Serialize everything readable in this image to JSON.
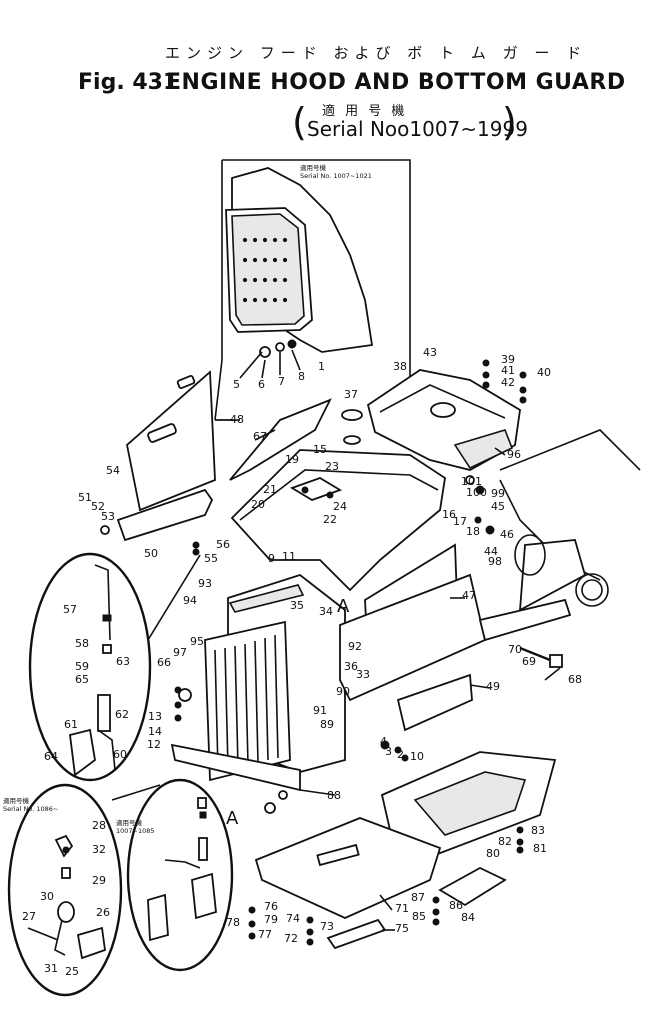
{
  "header": {
    "japanese_title": "エンジン フード および ボ ト ム ガ ー ド",
    "fig_label": "Fig. 431",
    "title": "ENGINE HOOD AND BOTTOM GUARD",
    "serial_japanese": "適 用 号 機",
    "serial_range": "Serial Noo1007~1999"
  },
  "insets": {
    "top_panel_serial_jp": "適用号機",
    "top_panel_serial": "Serial No. 1007~1021",
    "left_inset_serial_jp": "適用号機",
    "left_inset_serial": "Serial No. 1086~",
    "mid_inset_serial_jp": "適用号機",
    "mid_inset_serial": "1007~1085",
    "detail_marker_main": "A",
    "detail_marker_inset": "A"
  },
  "callouts": {
    "c1": "1",
    "c2": "2",
    "c3": "3",
    "c4": "4",
    "c5": "5",
    "c6": "6",
    "c7": "7",
    "c8": "8",
    "c9": "9",
    "c10": "10",
    "c11": "11",
    "c12": "12",
    "c13": "13",
    "c14": "14",
    "c15": "15",
    "c16": "16",
    "c17": "17",
    "c18": "18",
    "c19": "19",
    "c20": "20",
    "c21": "21",
    "c22": "22",
    "c23": "23",
    "c24": "24",
    "c25": "25",
    "c26": "26",
    "c27": "27",
    "c28": "28",
    "c29": "29",
    "c30": "30",
    "c31": "31",
    "c32": "32",
    "c33": "33",
    "c34": "34",
    "c35": "35",
    "c36": "36",
    "c37": "37",
    "c38": "38",
    "c39": "39",
    "c40": "40",
    "c41": "41",
    "c42": "42",
    "c43": "43",
    "c44": "44",
    "c45": "45",
    "c46": "46",
    "c47": "47",
    "c48": "48",
    "c49": "49",
    "c50": "50",
    "c51": "51",
    "c52": "52",
    "c53": "53",
    "c54": "54",
    "c55": "55",
    "c56": "56",
    "c57": "57",
    "c58": "58",
    "c59": "59",
    "c60": "60",
    "c61": "61",
    "c62": "62",
    "c63": "63",
    "c64": "64",
    "c65": "65",
    "c66": "66",
    "c67": "67",
    "c68": "68",
    "c69": "69",
    "c70": "70",
    "c71": "71",
    "c72": "72",
    "c73": "73",
    "c74": "74",
    "c75": "75",
    "c76": "76",
    "c77": "77",
    "c78": "78",
    "c79": "79",
    "c80": "80",
    "c81": "81",
    "c82": "82",
    "c83": "83",
    "c84": "84",
    "c85": "85",
    "c86": "86",
    "c87": "87",
    "c88": "88",
    "c89": "89",
    "c90": "90",
    "c91": "91",
    "c92": "92",
    "c93": "93",
    "c94": "94",
    "c95": "95",
    "c96": "96",
    "c97": "97",
    "c98": "98",
    "c99": "99",
    "c100": "100",
    "c101": "101"
  },
  "colors": {
    "ink": "#111111",
    "paper": "#ffffff"
  }
}
